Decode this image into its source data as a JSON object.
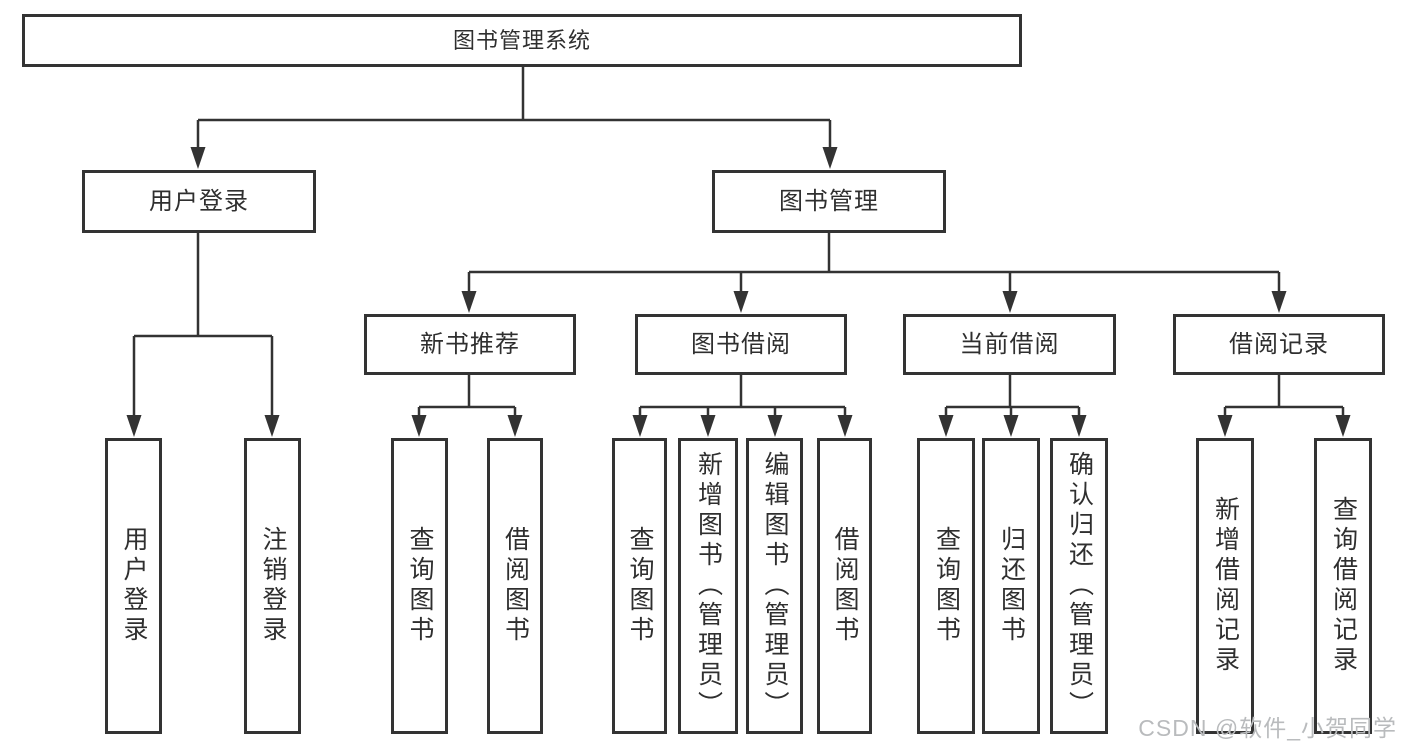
{
  "watermark": "CSDN @软件_小贺同学",
  "colors": {
    "line": "#333333",
    "box_border": "#333333",
    "text": "#2f2f2f",
    "watermark_text": "#b9bbbd",
    "background": "#ffffff"
  },
  "tree": {
    "root": {
      "label": "图书管理系统",
      "children": [
        {
          "label": "用户登录",
          "children": [
            {
              "label": "用户登录"
            },
            {
              "label": "注销登录"
            }
          ]
        },
        {
          "label": "图书管理",
          "children": [
            {
              "label": "新书推荐",
              "children": [
                {
                  "label": "查询图书"
                },
                {
                  "label": "借阅图书"
                }
              ]
            },
            {
              "label": "图书借阅",
              "children": [
                {
                  "label": "查询图书"
                },
                {
                  "label": "新增图书（管理员）"
                },
                {
                  "label": "编辑图书（管理员）"
                },
                {
                  "label": "借阅图书"
                }
              ]
            },
            {
              "label": "当前借阅",
              "children": [
                {
                  "label": "查询图书"
                },
                {
                  "label": "归还图书"
                },
                {
                  "label": "确认归还（管理员）"
                }
              ]
            },
            {
              "label": "借阅记录",
              "children": [
                {
                  "label": "新增借阅记录"
                },
                {
                  "label": "查询借阅记录"
                }
              ]
            }
          ]
        }
      ]
    }
  }
}
